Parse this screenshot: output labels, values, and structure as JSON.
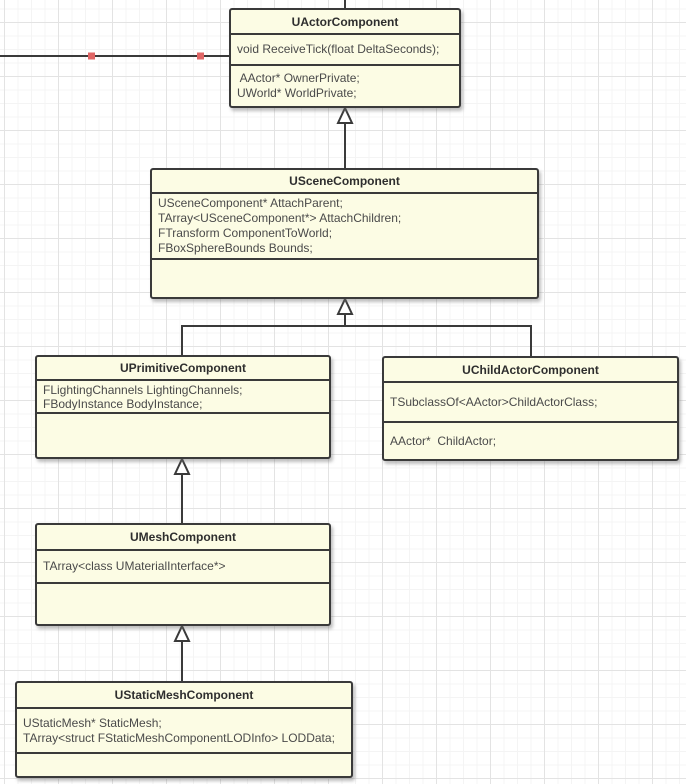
{
  "canvas": {
    "background": "#ffffff",
    "grid_minor_color": "#f4f4f4",
    "grid_major_color": "#e3e3e3",
    "box_fill": "#fcfce4",
    "box_border": "#3a3a3a",
    "connector_color": "#3a3a3a",
    "waypoint_color": "#e06666",
    "title_text_color": "#2e2e2e",
    "body_text_color": "#4a4a4a"
  },
  "classes": [
    {
      "name": "UActorComponent",
      "methods": [
        "void ReceiveTick(float DeltaSeconds);"
      ],
      "fields": [
        " AActor* OwnerPrivate;",
        "UWorld* WorldPrivate;"
      ]
    },
    {
      "name": "USceneComponent",
      "attributes": [
        "USceneComponent* AttachParent;",
        "TArray<USceneComponent*> AttachChildren;",
        "FTransform ComponentToWorld;",
        "FBoxSphereBounds Bounds;"
      ],
      "fields": []
    },
    {
      "name": "UPrimitiveComponent",
      "attributes": [
        "FLightingChannels LightingChannels;",
        "FBodyInstance BodyInstance;"
      ],
      "fields": []
    },
    {
      "name": "UChildActorComponent",
      "attributes": [
        "TSubclassOf<AActor>ChildActorClass;"
      ],
      "fields": [
        "AActor*  ChildActor;"
      ]
    },
    {
      "name": "UMeshComponent",
      "attributes": [
        "TArray<class UMaterialInterface*>"
      ],
      "fields": []
    },
    {
      "name": "UStaticMeshComponent",
      "attributes": [
        "UStaticMesh* StaticMesh;",
        "TArray<struct FStaticMeshComponentLODInfo> LODData;"
      ],
      "fields": []
    }
  ],
  "connectors": {
    "inheritance": [
      {
        "from": "USceneComponent",
        "to": "UActorComponent"
      },
      {
        "from": "UPrimitiveComponent",
        "to": "USceneComponent"
      },
      {
        "from": "UChildActorComponent",
        "to": "USceneComponent"
      },
      {
        "from": "UMeshComponent",
        "to": "UPrimitiveComponent"
      },
      {
        "from": "UStaticMeshComponent",
        "to": "UMeshComponent"
      }
    ],
    "stray_edges": [
      {
        "description": "horizontal line from left canvas edge into UActorComponent",
        "waypoint_count": 2
      },
      {
        "description": "vertical stub above UActorComponent to top canvas edge"
      }
    ]
  }
}
